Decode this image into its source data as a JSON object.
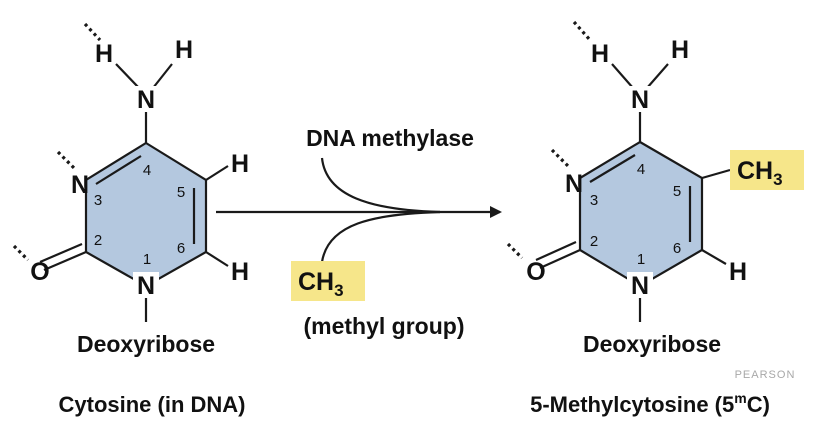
{
  "cytosine": {
    "atoms": {
      "n_amino": "N",
      "h1": "H",
      "h2": "H",
      "n3": "N",
      "o": "O",
      "n1": "N",
      "h5": "H",
      "h6": "H"
    },
    "ring_numbers": {
      "c4": "4",
      "n3": "3",
      "c2": "2",
      "n1": "1",
      "c5": "5",
      "c6": "6"
    },
    "sugar": "Deoxyribose",
    "caption": "Cytosine (in DNA)"
  },
  "reaction": {
    "enzyme": "DNA methylase",
    "methyl_formula": "CH",
    "methyl_subscript": "3",
    "methyl_note": "(methyl group)"
  },
  "methylcytosine": {
    "atoms": {
      "n_amino": "N",
      "h1": "H",
      "h2": "H",
      "n3": "N",
      "o": "O",
      "n1": "N",
      "h6": "H"
    },
    "ring_numbers": {
      "c4": "4",
      "n3": "3",
      "c2": "2",
      "n1": "1",
      "c5": "5",
      "c6": "6"
    },
    "methyl_formula": "CH",
    "methyl_subscript": "3",
    "sugar": "Deoxyribose",
    "caption_main": "5-Methylcytosine (5",
    "caption_sup": "m",
    "caption_c": "C",
    "caption_end": ")"
  },
  "watermark": "PEARSON",
  "colors": {
    "ring_fill": "#b4c8df",
    "methyl_highlight": "#f6e68a",
    "ink": "#111111"
  }
}
